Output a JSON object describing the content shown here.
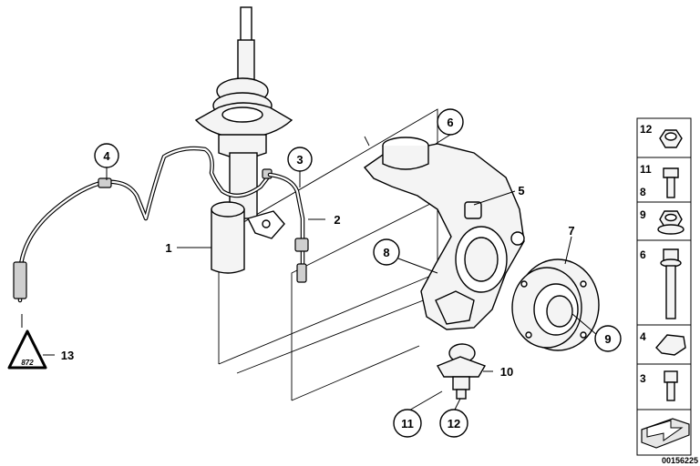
{
  "callouts": {
    "c1": "1",
    "c2": "2",
    "c3": "3",
    "c4": "4",
    "c5": "5",
    "c6": "6",
    "c7": "7",
    "c8": "8",
    "c9": "9",
    "c10": "10",
    "c11": "11",
    "c12": "12",
    "c13": "13"
  },
  "warning_sign_text": "872",
  "legend": {
    "items": [
      "12",
      "11",
      "8",
      "9",
      "6",
      "4",
      "3"
    ]
  },
  "diagram_id": "00156225"
}
